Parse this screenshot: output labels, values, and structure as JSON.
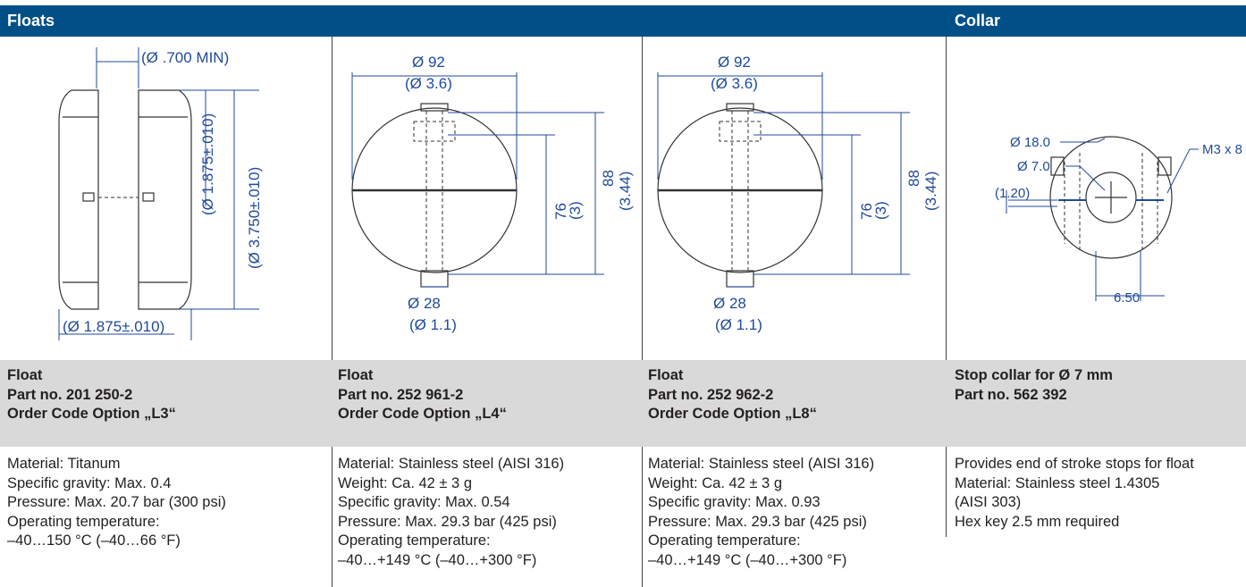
{
  "header": {
    "floats": "Floats",
    "collar": "Collar"
  },
  "drawings": {
    "l3": {
      "d_top": "(Ø .700 MIN)",
      "d_mid": "(Ø 1.875±.010)",
      "d_h": "(Ø 3.750±.010)",
      "d_bottom": "(Ø 1.875±.010)"
    },
    "l4": {
      "w_mm": "Ø 92",
      "w_in": "(Ø 3.6)",
      "h1_mm": "76",
      "h1_in": "(3)",
      "h2_mm": "88",
      "h2_in": "(3.44)",
      "b_mm": "Ø 28",
      "b_in": "(Ø 1.1)"
    },
    "l8": {
      "w_mm": "Ø 92",
      "w_in": "(Ø 3.6)",
      "h1_mm": "76",
      "h1_in": "(3)",
      "h2_mm": "88",
      "h2_in": "(3.44)",
      "b_mm": "Ø 28",
      "b_in": "(Ø 1.1)"
    },
    "collar": {
      "outer": "Ø 18.0",
      "inner": "Ø 7.0",
      "screw": "M3 x 8",
      "gap": "(1.20)",
      "width": "6.50"
    }
  },
  "columns": [
    {
      "title": "Float\nPart no. 201 250-2\nOrder Code Option „L3“",
      "spec": "Material: Titanum\nSpecific gravity: Max. 0.4\nPressure: Max. 20.7 bar (300 psi)\nOperating temperature:\n–40…150 °C (–40…66 °F)"
    },
    {
      "title": "Float\nPart no. 252 961-2\nOrder Code Option „L4“",
      "spec": "Material: Stainless steel (AISI 316)\nWeight: Ca. 42 ± 3 g\nSpecific gravity: Max. 0.54\nPressure: Max. 29.3 bar (425 psi)\nOperating temperature:\n–40…+149 °C (–40…+300 °F)"
    },
    {
      "title": "Float\nPart no. 252 962-2\nOrder Code Option „L8“",
      "spec": "Material: Stainless steel (AISI 316)\nWeight: Ca. 42 ± 3 g\nSpecific gravity: Max. 0.93\nPressure: Max. 29.3 bar (425 psi)\nOperating temperature:\n–40…+149 °C (–40…+300 °F)"
    },
    {
      "title": "Stop collar for Ø 7 mm\nPart no. 562 392",
      "spec": "Provides end of stroke stops for float\nMaterial: Stainless steel 1.4305\n(AISI 303)\nHex key 2.5 mm required"
    }
  ]
}
